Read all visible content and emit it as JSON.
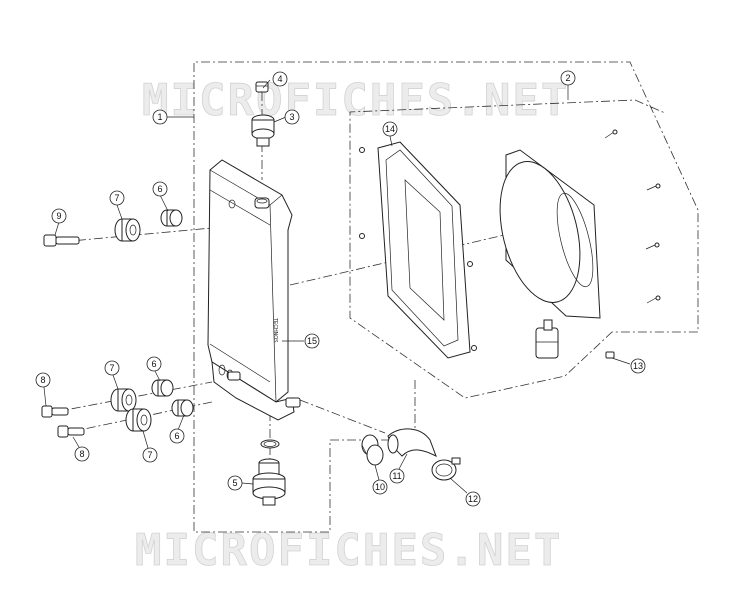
{
  "watermark": {
    "text": "MICROFICHES.NET"
  },
  "brand_mark": "TECHNOS",
  "callouts": [
    {
      "id": "1",
      "label": "1"
    },
    {
      "id": "2",
      "label": "2"
    },
    {
      "id": "3",
      "label": "3"
    },
    {
      "id": "4",
      "label": "4"
    },
    {
      "id": "5",
      "label": "5"
    },
    {
      "id": "6a",
      "label": "6"
    },
    {
      "id": "6b",
      "label": "6"
    },
    {
      "id": "6c",
      "label": "6"
    },
    {
      "id": "7a",
      "label": "7"
    },
    {
      "id": "7b",
      "label": "7"
    },
    {
      "id": "7c",
      "label": "7"
    },
    {
      "id": "8a",
      "label": "8"
    },
    {
      "id": "8b",
      "label": "8"
    },
    {
      "id": "9",
      "label": "9"
    },
    {
      "id": "10",
      "label": "10"
    },
    {
      "id": "11",
      "label": "11"
    },
    {
      "id": "12",
      "label": "12"
    },
    {
      "id": "13",
      "label": "13"
    },
    {
      "id": "14",
      "label": "14"
    },
    {
      "id": "15",
      "label": "15"
    }
  ]
}
